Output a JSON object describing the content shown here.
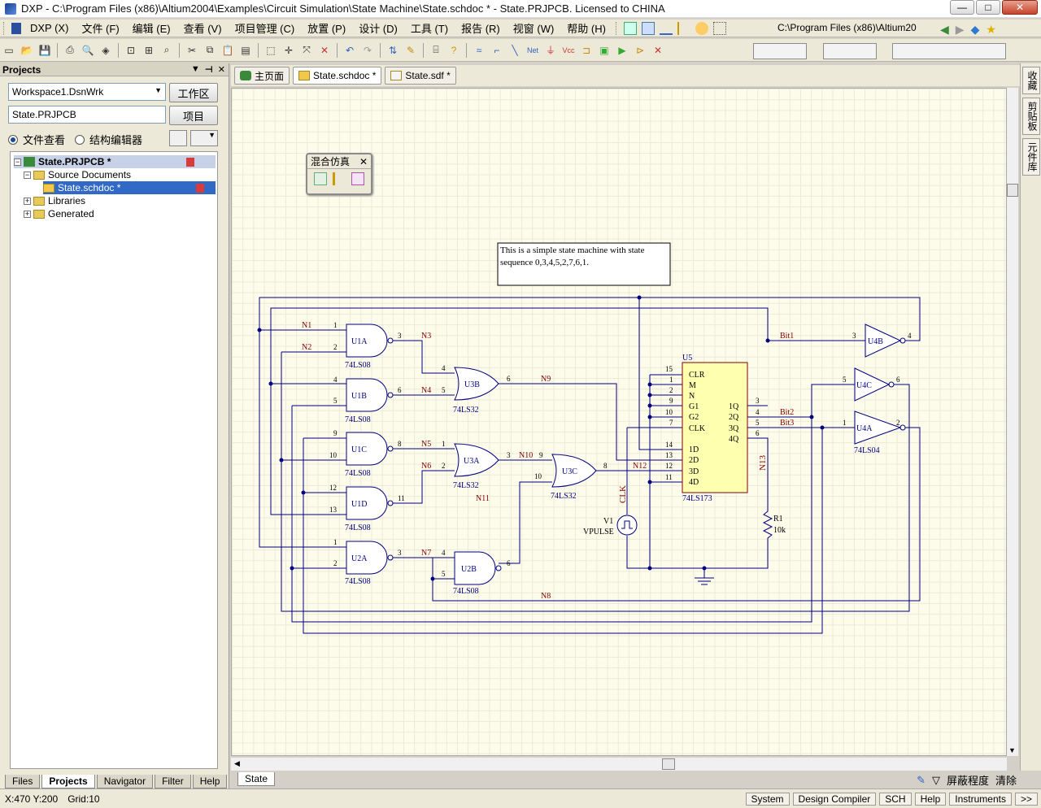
{
  "window": {
    "title": "DXP - C:\\Program Files (x86)\\Altium2004\\Examples\\Circuit Simulation\\State Machine\\State.schdoc * - State.PRJPCB. Licensed to CHINA",
    "min": "—",
    "max": "□",
    "close": "✕"
  },
  "menu": {
    "items": [
      "DXP (X)",
      "文件 (F)",
      "编辑 (E)",
      "查看 (V)",
      "项目管理 (C)",
      "放置 (P)",
      "设计 (D)",
      "工具 (T)",
      "报告 (R)",
      "视窗 (W)",
      "帮助 (H)"
    ],
    "path": "C:\\Program Files (x86)\\Altium20"
  },
  "projects_panel": {
    "title": "Projects",
    "workspace": "Workspace1.DsnWrk",
    "workspace_btn": "工作区",
    "project": "State.PRJPCB",
    "project_btn": "项目",
    "radio_file_view": "文件查看",
    "radio_struct_editor": "结构编辑器",
    "tree": {
      "root": "State.PRJPCB *",
      "source_docs": "Source Documents",
      "schdoc": "State.schdoc *",
      "libraries": "Libraries",
      "generated": "Generated"
    },
    "tabs": [
      "Files",
      "Projects",
      "Navigator",
      "Filter",
      "Help"
    ]
  },
  "doc_tabs": [
    "主页面",
    "State.schdoc *",
    "State.sdf *"
  ],
  "float_toolbar": {
    "title": "混合仿真"
  },
  "right_strip": [
    "收藏",
    "剪贴板",
    "元件库"
  ],
  "sheet_tab": "State",
  "bottom_right": {
    "mask": "屏蔽程度",
    "clear": "清除"
  },
  "status": {
    "coords": "X:470 Y:200",
    "grid": "Grid:10",
    "buttons": [
      "System",
      "Design Compiler",
      "SCH",
      "Help",
      "Instruments"
    ]
  },
  "schematic": {
    "note_line1": "This is a simple state machine with state",
    "note_line2": "sequence 0,3,4,5,2,7,6,1.",
    "gates": [
      {
        "ref": "U1A",
        "part": "74LS08"
      },
      {
        "ref": "U1B",
        "part": "74LS08"
      },
      {
        "ref": "U1C",
        "part": "74LS08"
      },
      {
        "ref": "U1D",
        "part": "74LS08"
      },
      {
        "ref": "U2A",
        "part": "74LS08"
      },
      {
        "ref": "U3B",
        "part": "74LS32"
      },
      {
        "ref": "U3A",
        "part": "74LS32"
      },
      {
        "ref": "U3C",
        "part": "74LS32"
      },
      {
        "ref": "U2B",
        "part": "74LS08"
      },
      {
        "ref": "U4B",
        "part": ""
      },
      {
        "ref": "U4C",
        "part": ""
      },
      {
        "ref": "U4A",
        "part": "74LS04"
      }
    ],
    "u5": {
      "ref": "U5",
      "part": "74LS173",
      "pins_left": [
        "CLR",
        "M",
        "N",
        "G1",
        "G2",
        "CLK",
        "1D",
        "2D",
        "3D",
        "4D"
      ],
      "pins_left_num": [
        "15",
        "1",
        "2",
        "9",
        "10",
        "7",
        "14",
        "13",
        "12",
        "11"
      ],
      "pins_right": [
        "1Q",
        "2Q",
        "3Q",
        "4Q"
      ],
      "pins_right_num": [
        "3",
        "4",
        "5",
        "6"
      ]
    },
    "nets": [
      "N1",
      "N2",
      "N3",
      "N4",
      "N5",
      "N6",
      "N7",
      "N8",
      "N9",
      "N10",
      "N11",
      "N12",
      "N13",
      "Bit1",
      "Bit2",
      "Bit3",
      "CLK"
    ],
    "source": {
      "ref": "V1",
      "type": "VPULSE"
    },
    "resistor": {
      "ref": "R1",
      "value": "10k"
    }
  }
}
